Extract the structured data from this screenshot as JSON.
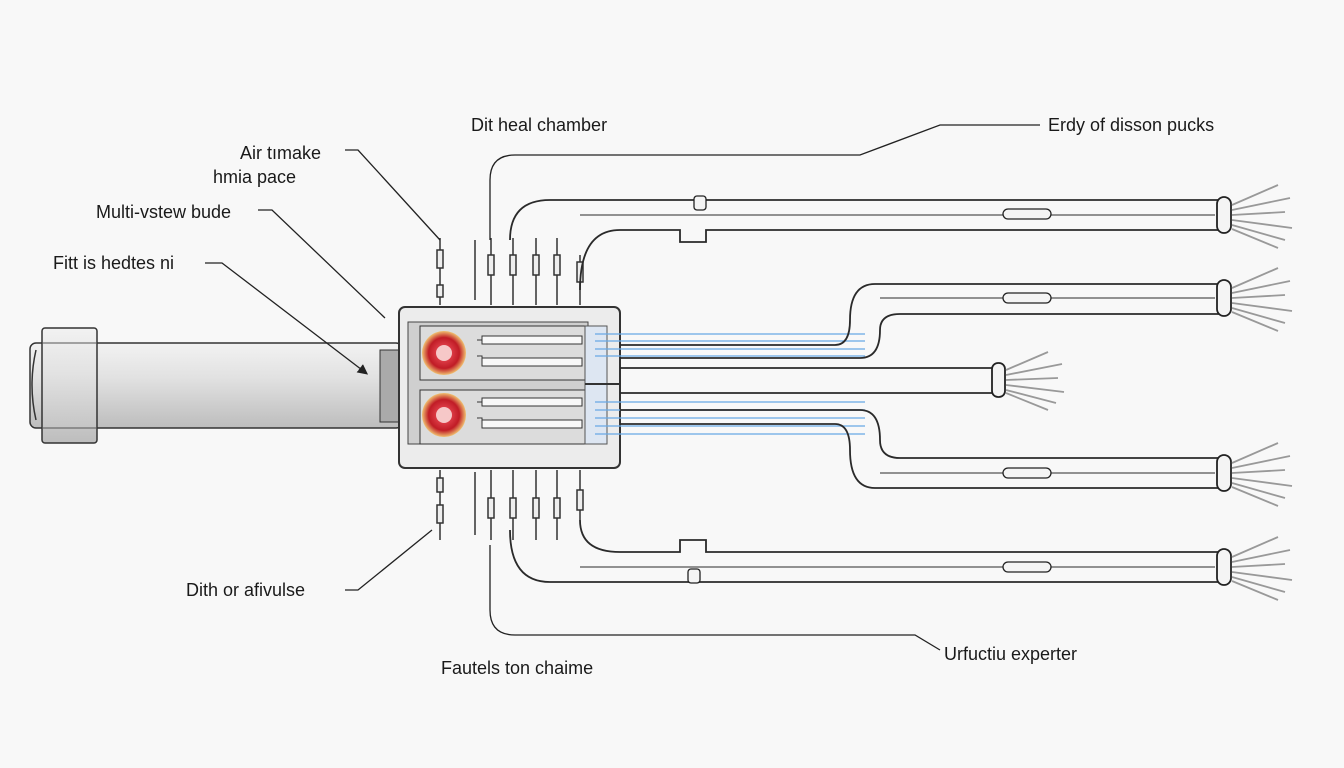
{
  "labels": {
    "heat_chamber": "Dit heal chamber",
    "discharge_end": "Erdy of disson pucks",
    "air_intake_line1": "Air tımake",
    "air_intake_line2": "hmia pace",
    "multi_tube": "Multi-vstew bude",
    "filter": "Fitt is hedtes ni",
    "outlet": "Dith or afivulse",
    "bottom_chamber": "Fautels ton chaime",
    "exporter": "Urfuctiu experter"
  },
  "colors": {
    "line": "#2a2a2a",
    "heater_red": "#c8202a",
    "flow_blue": "#5aa0e0",
    "body_grey": "#d9d9d9"
  }
}
